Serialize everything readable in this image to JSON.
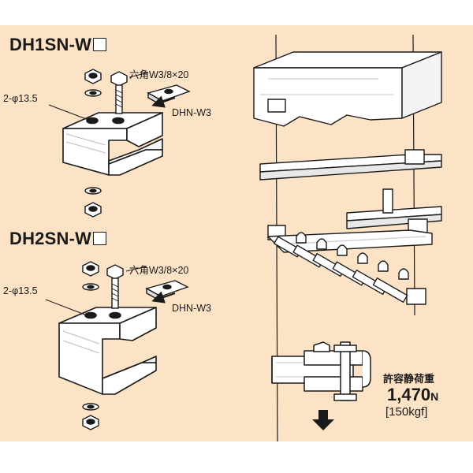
{
  "products": [
    {
      "model": "DH1SN-W",
      "hole_label": "2-φ13.5",
      "bolt_label": "六角W3/8×20",
      "part_label": "DHN-W3"
    },
    {
      "model": "DH2SN-W",
      "hole_label": "2-φ13.5",
      "bolt_label": "六角W3/8×20",
      "part_label": "DHN-W3"
    }
  ],
  "load": {
    "label": "許容静荷重",
    "value": "1,470",
    "unit": "N",
    "kgf": "[150kgf]"
  },
  "icons": [
    "arrow-left-icon",
    "arrow-down-icon",
    "checkbox-icon"
  ],
  "colors": {
    "background": "#fde3c6",
    "line": "#1a1a1a"
  }
}
